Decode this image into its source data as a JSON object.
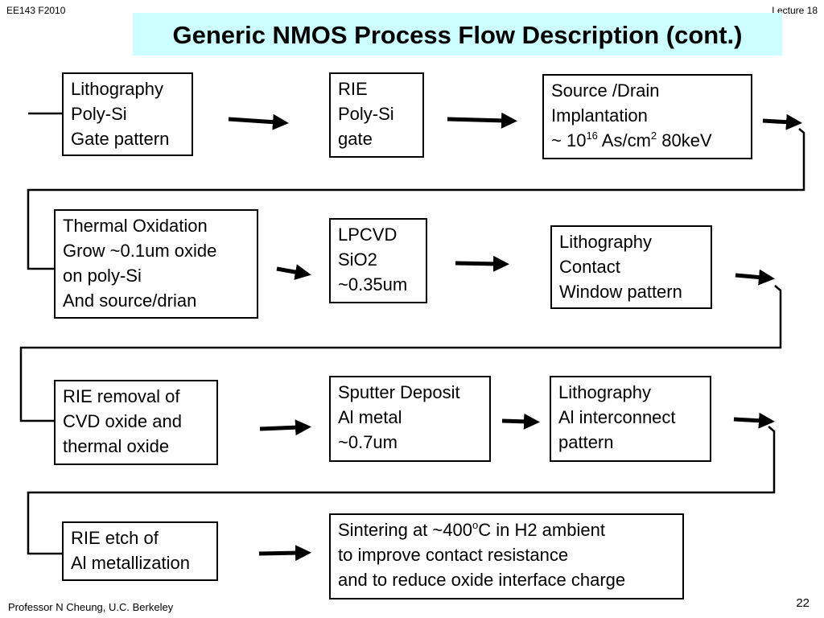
{
  "header": {
    "course": "EE143 F2010",
    "lecture": "Lecture 18"
  },
  "title": "Generic NMOS Process Flow Description (cont.)",
  "rows": [
    [
      {
        "lines": [
          "Lithography",
          "Poly-Si",
          "Gate pattern"
        ]
      },
      {
        "lines": [
          "RIE",
          "Poly-Si",
          "gate"
        ]
      },
      {
        "lines": [
          "Source /Drain",
          "Implantation"
        ],
        "dose": {
          "prefix": "~ 10",
          "exp1": "16",
          "mid": " As/cm",
          "exp2": "2",
          "suffix": " 80keV"
        }
      }
    ],
    [
      {
        "lines": [
          "Thermal Oxidation",
          "Grow ~0.1um oxide",
          "on poly-Si",
          "And source/drian"
        ]
      },
      {
        "lines": [
          "LPCVD",
          "SiO2",
          "~0.35um"
        ]
      },
      {
        "lines": [
          "Lithography",
          "Contact",
          "Window pattern"
        ]
      }
    ],
    [
      {
        "lines": [
          "RIE removal of",
          "CVD oxide and",
          "thermal oxide"
        ]
      },
      {
        "lines": [
          "Sputter Deposit",
          "Al metal",
          "~0.7um"
        ]
      },
      {
        "lines": [
          "Lithography",
          "Al interconnect",
          "pattern"
        ]
      }
    ],
    [
      {
        "lines": [
          "RIE etch of",
          "Al metallization"
        ]
      },
      {
        "sinter": {
          "pre": "Sintering at ~400",
          "exp": "o",
          "post": "C in H2 ambient"
        },
        "lines": [
          "to improve contact resistance",
          "and to reduce oxide interface charge"
        ]
      }
    ]
  ],
  "footer": {
    "author": "Professor  N Cheung, U.C. Berkeley",
    "page": "22"
  }
}
